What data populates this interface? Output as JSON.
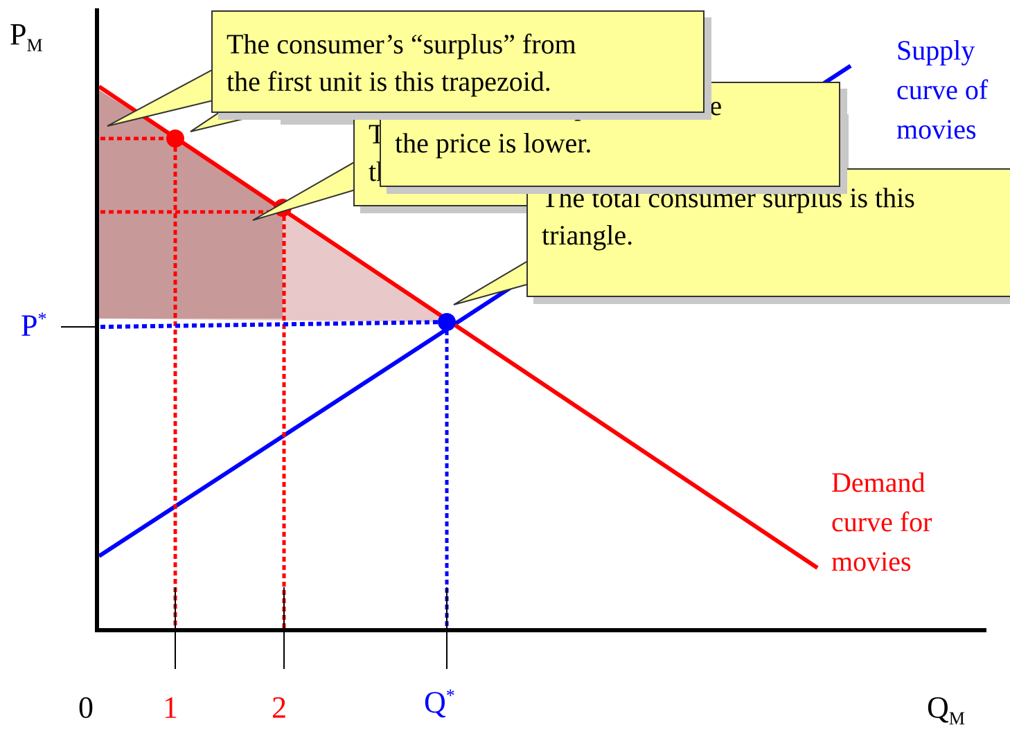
{
  "axes": {
    "y_label": "P",
    "y_sub": "M",
    "x_label": "Q",
    "x_sub": "M",
    "origin": "0",
    "tick1": "1",
    "tick2": "2",
    "qstar": "Q",
    "qstar_sup": "*",
    "pstar": "P",
    "pstar_sup": "*"
  },
  "curves": {
    "supply": [
      "Supply",
      "curve of",
      "movies"
    ],
    "demand": [
      "Demand",
      "curve for",
      "movies"
    ]
  },
  "callouts": {
    "hidden_a": "Th",
    "hidden_b": "th",
    "still": [
      "There is still surplus, because",
      "the price is lower."
    ],
    "total": [
      "The total consumer surplus is this",
      "triangle."
    ],
    "first": [
      "The consumer’s “surplus” from",
      "the first unit is this trapezoid."
    ]
  },
  "colors": {
    "demand": "#ff0000",
    "supply": "#0000ff",
    "surplus_dark": "#c89999",
    "surplus_light": "#e8c8c8",
    "callout_fill": "#ffff99"
  }
}
